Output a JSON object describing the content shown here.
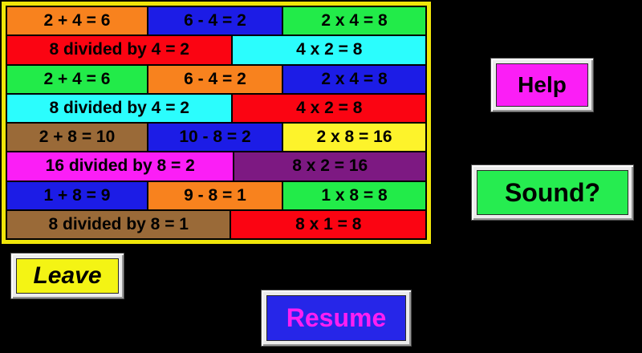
{
  "app": {
    "background_color": "#000000",
    "board_border_color": "#F0E60A",
    "tile_text_color": "#000000"
  },
  "board": {
    "rows": [
      {
        "widths": [
          175,
          167,
          178
        ],
        "cells": [
          {
            "text": "2 + 4 = 6",
            "color": "#F8821E"
          },
          {
            "text": "6 - 4 = 2",
            "color": "#1C1CE6"
          },
          {
            "text": "2 x 4 = 8",
            "color": "#22EB49"
          }
        ]
      },
      {
        "widths": [
          280,
          240
        ],
        "cells": [
          {
            "text": "8 divided by 4 = 2",
            "color": "#FB0412"
          },
          {
            "text": "4 x 2 = 8",
            "color": "#2BFDFD"
          }
        ]
      },
      {
        "widths": [
          175,
          167,
          178
        ],
        "cells": [
          {
            "text": "2 + 4 = 6",
            "color": "#22EB49"
          },
          {
            "text": "6 - 4 = 2",
            "color": "#F8821E"
          },
          {
            "text": "2 x 4 = 8",
            "color": "#1C1CE6"
          }
        ]
      },
      {
        "widths": [
          280,
          240
        ],
        "cells": [
          {
            "text": "8 divided by 4 = 2",
            "color": "#2BFDFD"
          },
          {
            "text": "4 x 2 = 8",
            "color": "#FB0412"
          }
        ]
      },
      {
        "widths": [
          175,
          167,
          178
        ],
        "cells": [
          {
            "text": "2 + 8 = 10",
            "color": "#9A6A38"
          },
          {
            "text": "10 - 8 = 2",
            "color": "#1C1CE6"
          },
          {
            "text": "2 x 8 = 16",
            "color": "#FDF32B"
          }
        ]
      },
      {
        "widths": [
          282,
          238
        ],
        "cells": [
          {
            "text": "16 divided by 8 = 2",
            "color": "#FB1EF6"
          },
          {
            "text": "8 x 2 = 16",
            "color": "#7D1982"
          }
        ]
      },
      {
        "widths": [
          175,
          167,
          178
        ],
        "cells": [
          {
            "text": "1 + 8 = 9",
            "color": "#1C1CE6"
          },
          {
            "text": "9 - 8 = 1",
            "color": "#F8821E"
          },
          {
            "text": "1 x 8 = 8",
            "color": "#22EB49"
          }
        ]
      },
      {
        "widths": [
          278,
          242
        ],
        "cells": [
          {
            "text": "8 divided by 8 = 1",
            "color": "#9A6A38"
          },
          {
            "text": "8 x 1 = 8",
            "color": "#FB0412"
          }
        ]
      }
    ]
  },
  "buttons": {
    "help": {
      "label": "Help",
      "face_color": "#FB1EF6",
      "text_color": "#000000"
    },
    "sound": {
      "label": "Sound?",
      "face_color": "#26EC50",
      "text_color": "#000000"
    },
    "leave": {
      "label": "Leave",
      "face_color": "#F4F414",
      "text_color": "#000000"
    },
    "resume": {
      "label": "Resume",
      "face_color": "#2626E8",
      "text_color": "#FF1FF3"
    }
  }
}
